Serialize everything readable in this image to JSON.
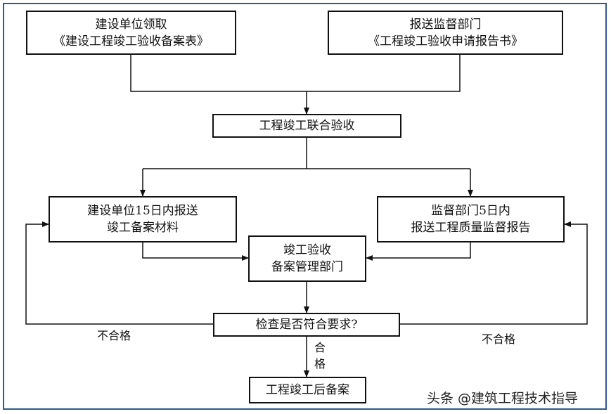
{
  "nodes": {
    "n1": [
      "建设单位领取",
      "《建设工程竣工验收备案表》"
    ],
    "n2": [
      "报送监督部门",
      "《工程竣工验收申请报告书》"
    ],
    "n3": [
      "工程竣工联合验收"
    ],
    "n4": [
      "建设单位15日内报送",
      "竣工备案材料"
    ],
    "n5": [
      "监督部门5日内",
      "报送工程质量监督报告"
    ],
    "n6": [
      "竣工验收",
      "备案管理部门"
    ],
    "n7": [
      "检查是否符合要求?"
    ],
    "n8": [
      "工程竣工后备案"
    ]
  },
  "labels": {
    "fail_left": "不合格",
    "fail_right": "不合格",
    "pass_1": "合",
    "pass_2": "格"
  },
  "watermark": "头条 @建筑工程技术指导",
  "colors": {
    "frame": "#2f5b8a",
    "line": "#111111"
  }
}
